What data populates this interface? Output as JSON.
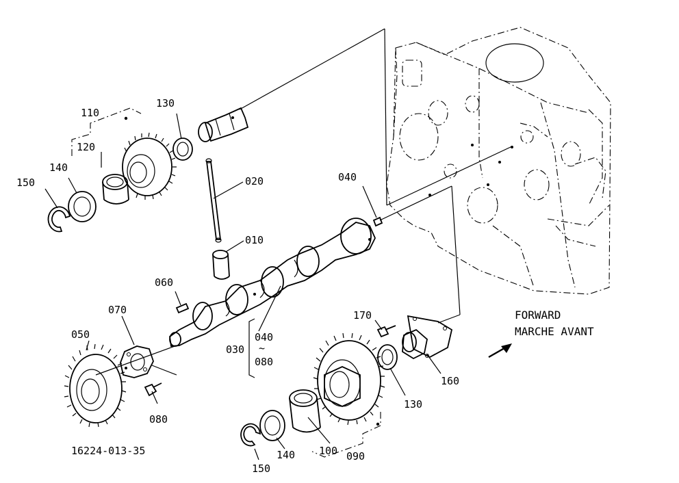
{
  "callouts": {
    "c110": "110",
    "c130_top": "130",
    "c120": "120",
    "c140_top": "140",
    "c150_top": "150",
    "c020": "020",
    "c040_top": "040",
    "c010": "010",
    "c060": "060",
    "c070": "070",
    "c050": "050",
    "c030": "030",
    "c040_mid": "040",
    "c080_mid": "080",
    "c080_bot": "080",
    "c170": "170",
    "c160": "160",
    "c130_bot": "130",
    "c100": "100",
    "c140_bot": "140",
    "c150_bot": "150",
    "c090": "090",
    "tilde": "~"
  },
  "direction": {
    "line1": "FORWARD",
    "line2": "MARCHE AVANT"
  },
  "drawing_number": "16224-013-35"
}
